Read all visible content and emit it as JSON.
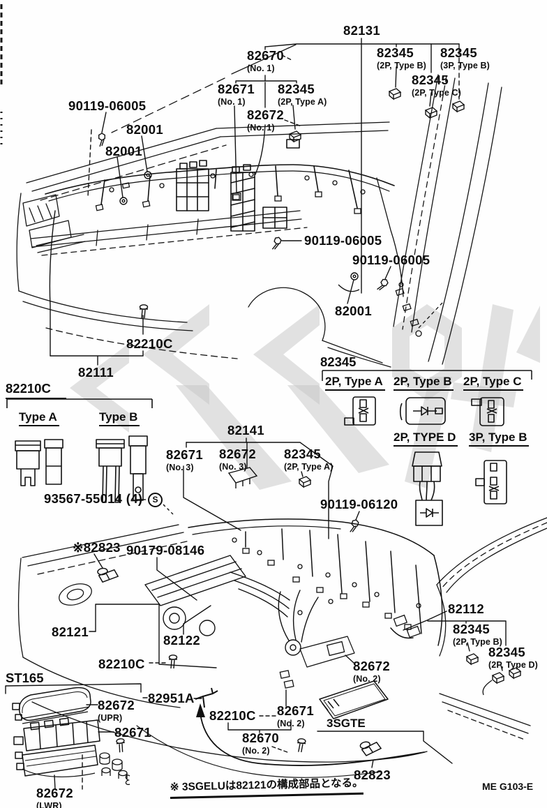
{
  "top": {
    "bolt_a": {
      "text": "90119-06005"
    },
    "grommet_a": {
      "text": "82001"
    },
    "grommet_b": {
      "text": "82001"
    },
    "harness_82670_no1": {
      "text": "82670",
      "sub": "(No. 1)"
    },
    "main_82131": {
      "text": "82131"
    },
    "clamp_2p_type_b": {
      "text": "82345",
      "sub": "(2P, Type B)"
    },
    "clamp_3p_type_b": {
      "text": "82345",
      "sub": "(3P, Type B)"
    },
    "harness_82671_no1": {
      "text": "82671",
      "sub": "(No. 1)"
    },
    "clamp_2p_type_a": {
      "text": "82345",
      "sub": "(2P, Type A)"
    },
    "clamp_2p_type_c": {
      "text": "82345",
      "sub": "(2P, Type C)"
    },
    "harness_82672_no1": {
      "text": "82672",
      "sub": "(No. 1)"
    },
    "bolt_b": {
      "text": "90119-06005"
    },
    "bolt_c": {
      "text": "90119-06005"
    },
    "grommet_c": {
      "text": "82001"
    },
    "clamp_82210c": {
      "text": "82210C"
    },
    "harness_82111": {
      "text": "82111"
    }
  },
  "fuse_section": {
    "header": {
      "text": "82210C"
    },
    "type_a": {
      "text": "Type A"
    },
    "type_b": {
      "text": "Type B"
    },
    "screw": {
      "text": "93567-55014 (4)"
    },
    "screw_symbol": {
      "text": "S"
    }
  },
  "connector_section": {
    "header": {
      "text": "82345"
    },
    "type_2p_a": {
      "text": "2P, Type A"
    },
    "type_2p_b": {
      "text": "2P, Type B"
    },
    "type_2p_c": {
      "text": "2P, Type C"
    },
    "type_2p_d": {
      "text": "2P, TYPE D"
    },
    "type_3p_b": {
      "text": "3P, Type B"
    }
  },
  "mid": {
    "harness_82141": {
      "text": "82141"
    },
    "h82671_no3": {
      "text": "82671",
      "sub": "(No. 3)"
    },
    "h82672_no3": {
      "text": "82672",
      "sub": "(No. 3)"
    },
    "clamp_2p_type_a": {
      "text": "82345",
      "sub": "(2P, Type A)"
    },
    "bolt": {
      "text": "90119-06120"
    }
  },
  "bottom": {
    "clamp_82823": {
      "text": "※82823"
    },
    "bolt_90179": {
      "text": "90179-08146"
    },
    "harness_82112": {
      "text": "82112"
    },
    "clamp_2p_type_b": {
      "text": "82345",
      "sub": "(2P, Type B)"
    },
    "clamp_2p_type_d": {
      "text": "82345",
      "sub": "(2P, Type D)"
    },
    "harness_82121": {
      "text": "82121"
    },
    "harness_82122": {
      "text": "82122"
    },
    "clamp_82210c_a": {
      "text": "82210C"
    },
    "clamp_82210c_b": {
      "text": "82210C"
    },
    "bracket_82951a": {
      "text": "82951A"
    },
    "h82671_no2": {
      "text": "82671",
      "sub": "(No. 2)"
    },
    "h82672_no2": {
      "text": "82672",
      "sub": "(No. 2)"
    },
    "h82670_no2": {
      "text": "82670",
      "sub": "(No. 2)"
    },
    "engine_3sgte": {
      "text": "3SGTE"
    },
    "clamp_82823_b": {
      "text": "82823"
    }
  },
  "st165_section": {
    "header": {
      "text": "ST165"
    },
    "box_upr": {
      "text": "82672",
      "sub": "(UPR)"
    },
    "relay_82671": {
      "text": "82671"
    },
    "box_lwr": {
      "text": "82672",
      "sub": "(LWR)"
    }
  },
  "footer": {
    "note": {
      "text": "※ 3SGELUは82121の構成部品となる。"
    },
    "code": {
      "text": "ME G103-E"
    }
  }
}
